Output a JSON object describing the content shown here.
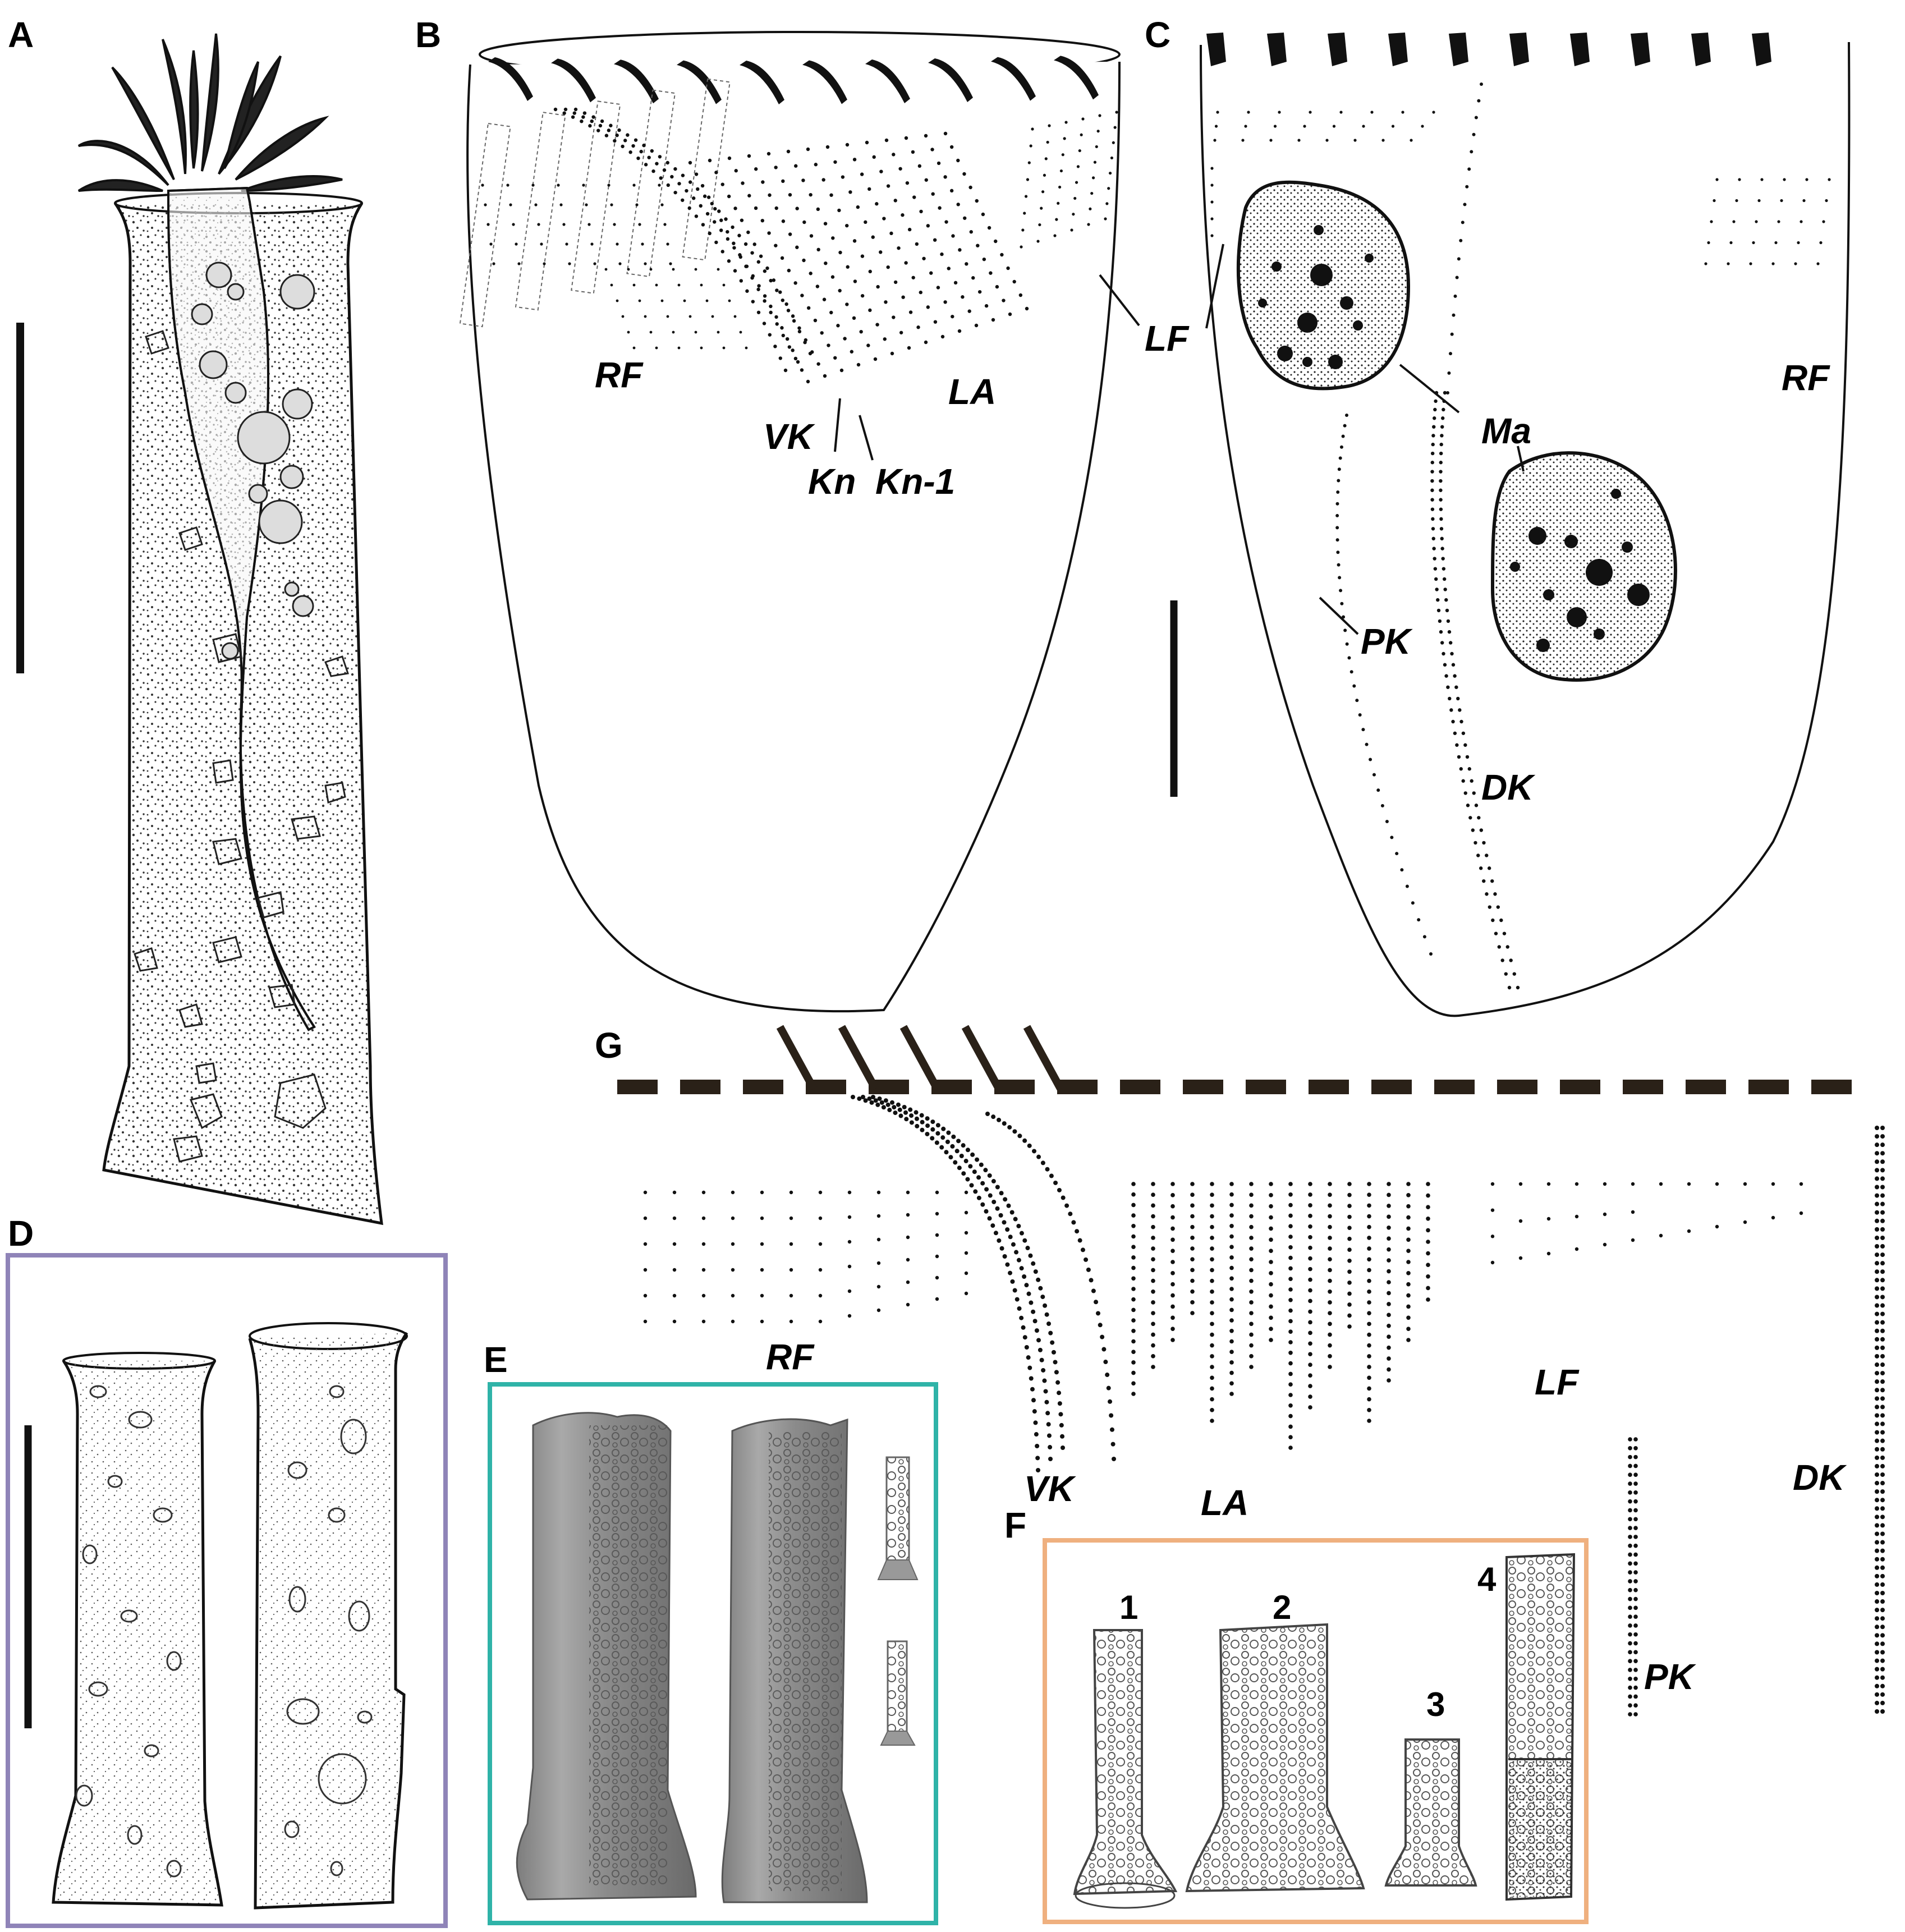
{
  "panels": {
    "A": {
      "label": "A"
    },
    "B": {
      "label": "B",
      "labels": {
        "rf": "RF",
        "la": "LA",
        "vk": "VK",
        "kn": "Kn",
        "kn1": "Kn-1",
        "lf": "LF"
      }
    },
    "C": {
      "label": "C",
      "labels": {
        "lf": "LF",
        "rf": "RF",
        "ma": "Ma",
        "pk": "PK",
        "dk": "DK"
      }
    },
    "D": {
      "label": "D",
      "frame_color": "#8f84b8"
    },
    "E": {
      "label": "E",
      "frame_color": "#2fb3a8"
    },
    "F": {
      "label": "F",
      "frame_color": "#efb07f",
      "loricae": [
        "1",
        "2",
        "3",
        "4"
      ]
    },
    "G": {
      "label": "G",
      "labels": {
        "rf": "RF",
        "lf": "LF",
        "vk": "VK",
        "la": "LA",
        "dk": "DK",
        "pk": "PK"
      }
    }
  },
  "colors": {
    "ink": "#111111",
    "band": "#2a2118"
  }
}
